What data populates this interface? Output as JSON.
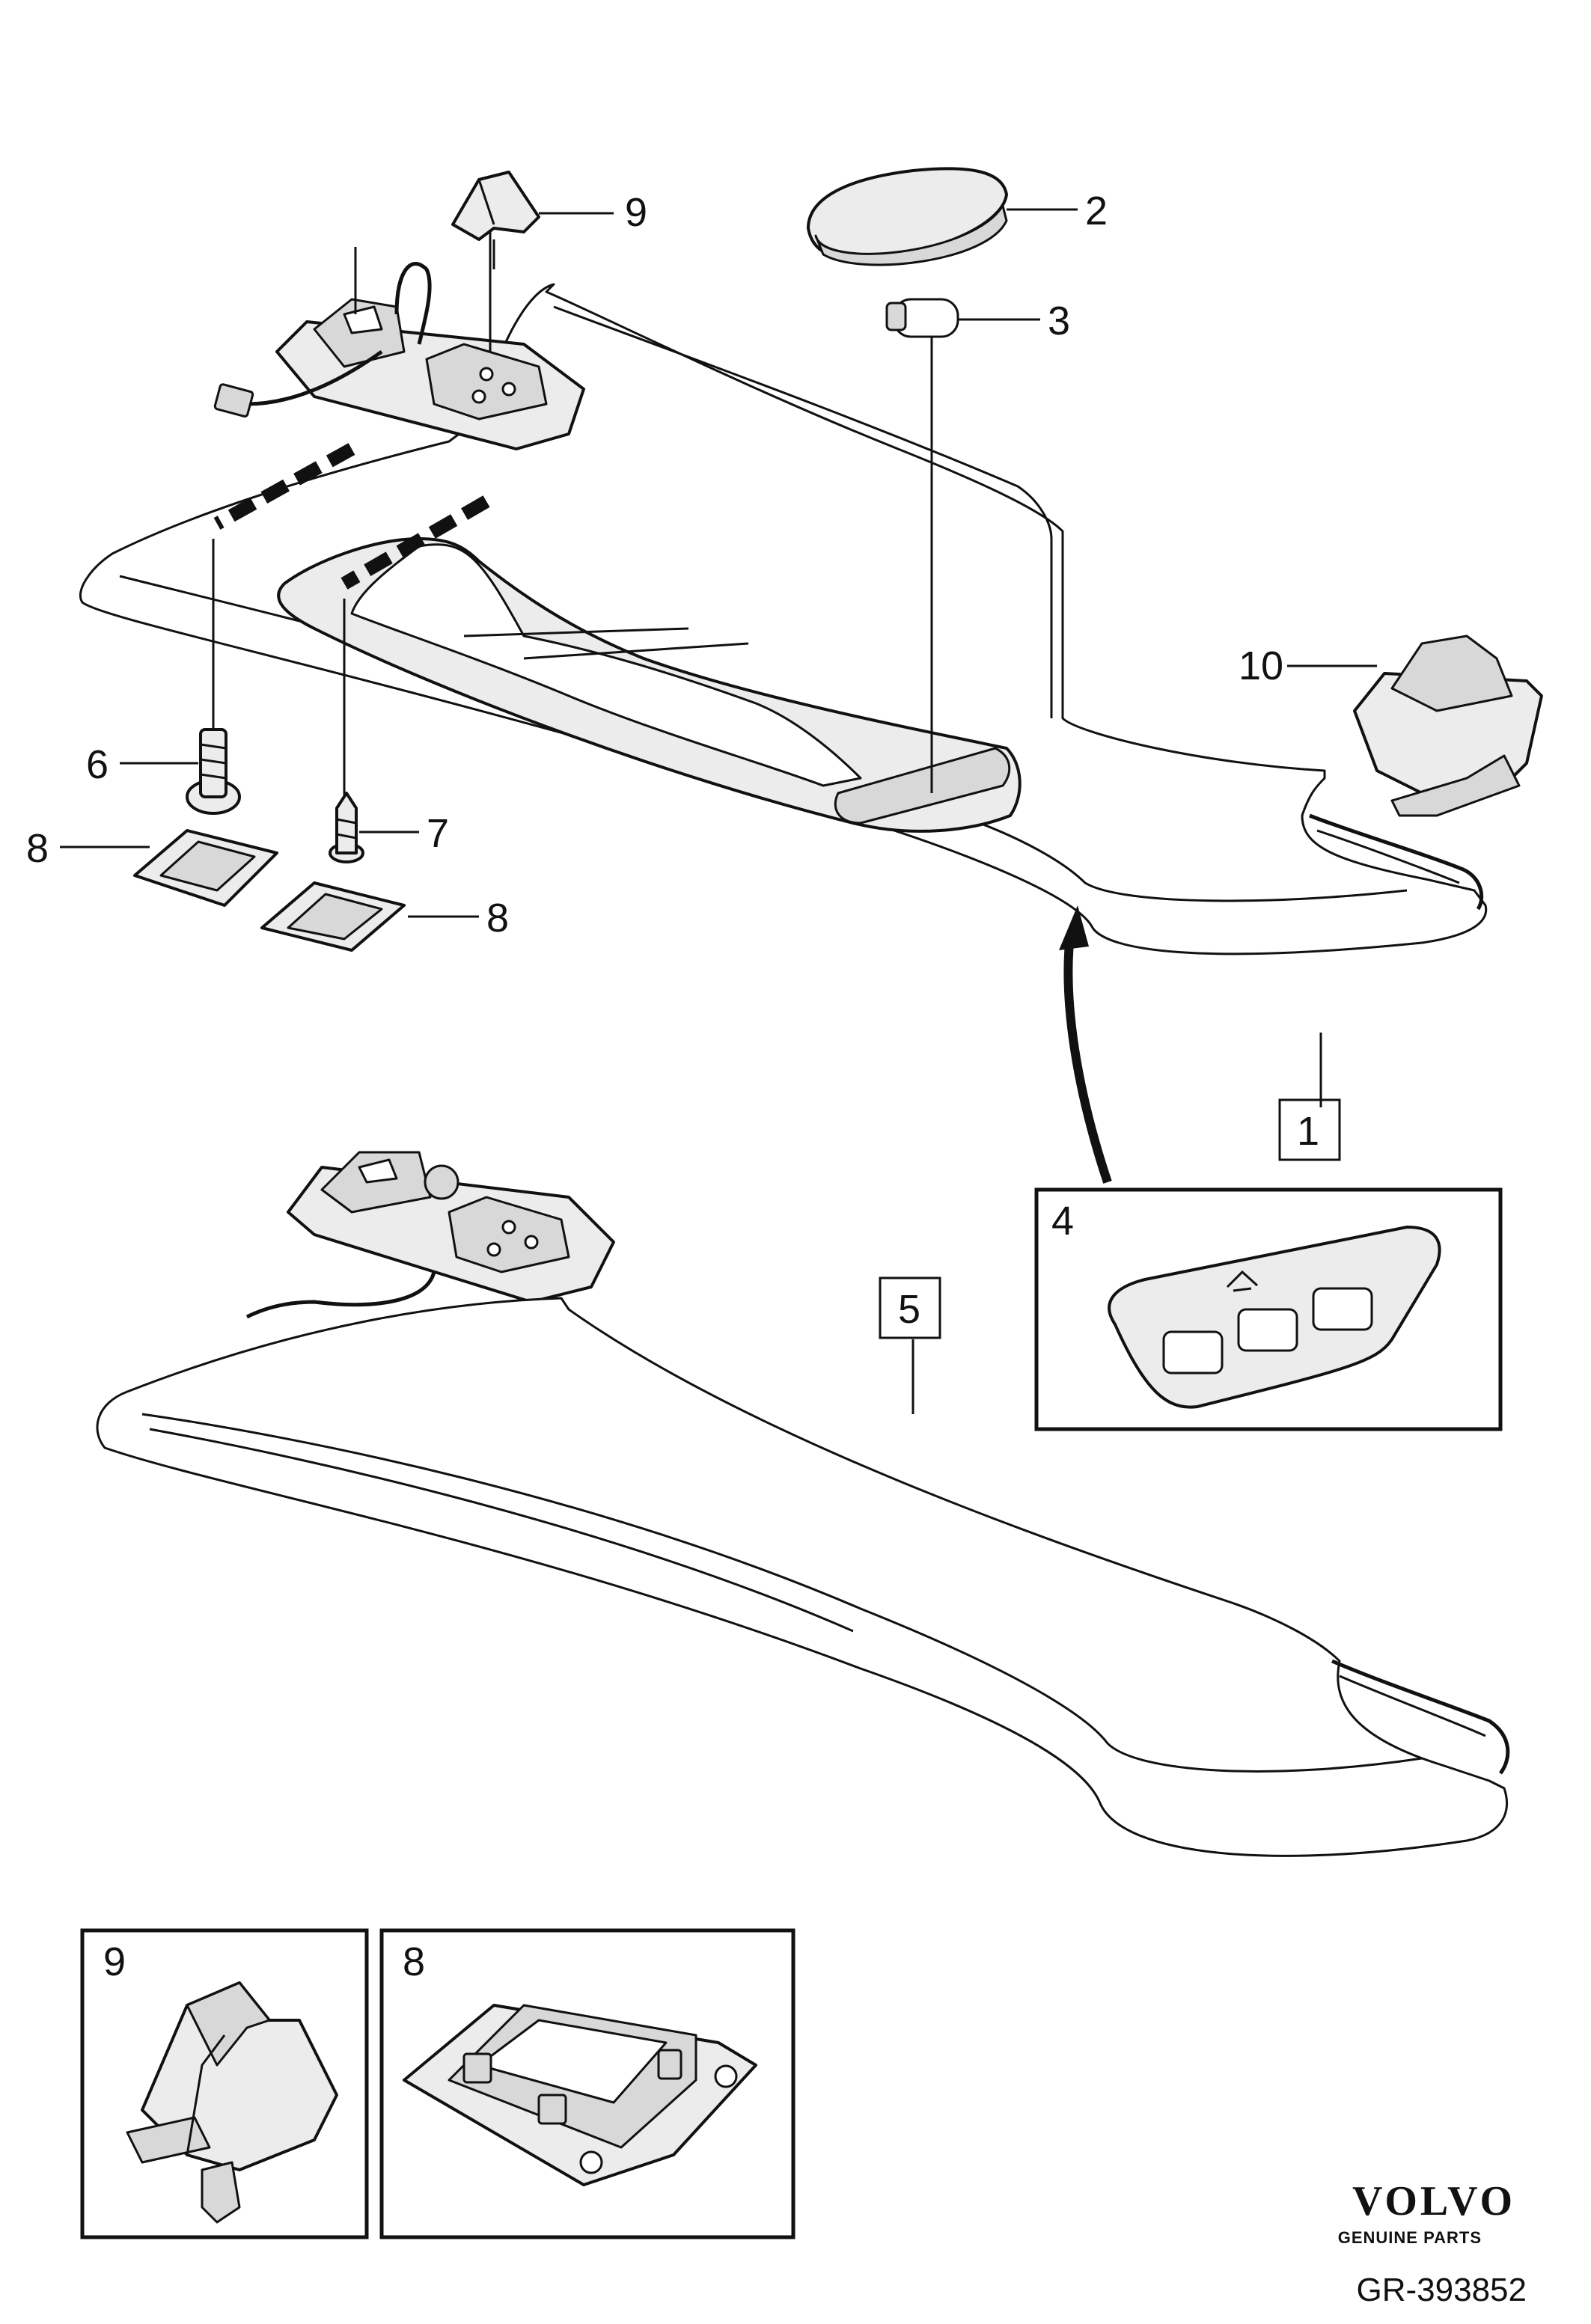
{
  "callouts": {
    "c9_top": "9",
    "c2": "2",
    "c3": "3",
    "c10": "10",
    "c6": "6",
    "c7": "7",
    "c8_left": "8",
    "c8_right": "8",
    "c1": "1",
    "c4": "4",
    "c5": "5",
    "c9_detail": "9",
    "c8_detail": "8"
  },
  "brand": {
    "name": "VOLVO",
    "tagline": "GENUINE PARTS"
  },
  "diagram_code": "GR-393852"
}
